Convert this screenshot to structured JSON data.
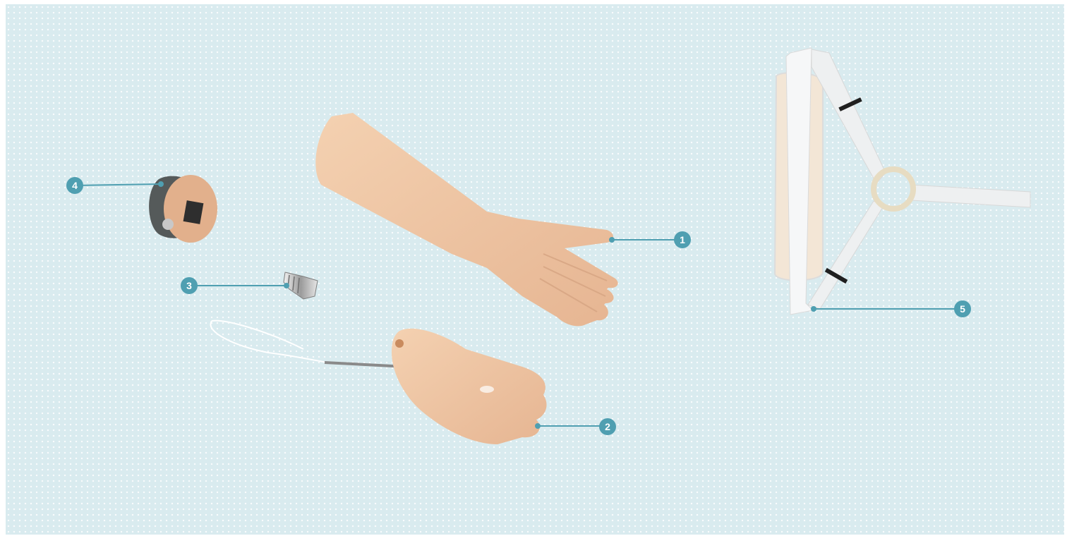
{
  "callouts": [
    {
      "id": "1",
      "label": "1",
      "part": "forearm-and-hand"
    },
    {
      "id": "2",
      "label": "2",
      "part": "hand-with-cable"
    },
    {
      "id": "3",
      "label": "3",
      "part": "screw-connector"
    },
    {
      "id": "4",
      "label": "4",
      "part": "wrist-unit"
    },
    {
      "id": "5",
      "label": "5",
      "part": "harness"
    }
  ],
  "colors": {
    "background": "#d9ebef",
    "callout": "#4f9fb1",
    "leader_line": "#4f9fb1",
    "skin": "#f1c9a5",
    "harness": "#eef0f1"
  }
}
